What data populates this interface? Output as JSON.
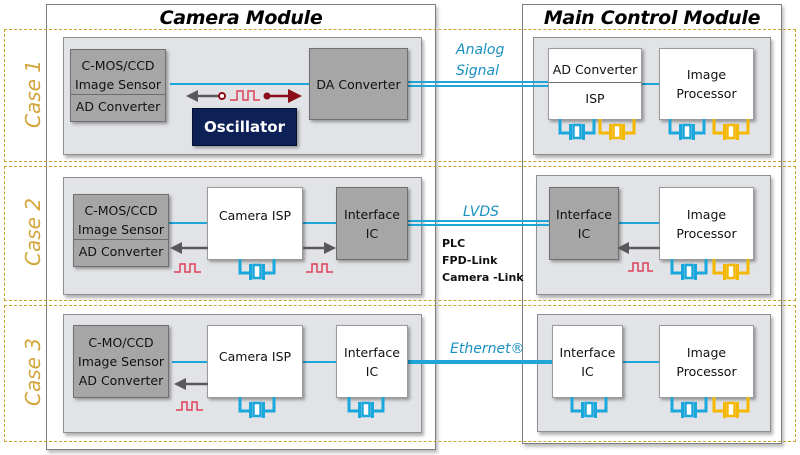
{
  "modules": {
    "camera": {
      "title": "Camera Module"
    },
    "main_control": {
      "title": "Main Control Module"
    }
  },
  "colors": {
    "signal_line": "#1fa6d8",
    "case_border": "#c9a22e",
    "case_label": "#d4a53a",
    "oscillator_bg": "#0d2157",
    "clock_signal": "#e0405a",
    "crystal_blue": "#1aa7dc",
    "crystal_yellow": "#f5b800",
    "arrow_gray": "#595959",
    "arrow_red": "#8b0f1a"
  },
  "cases": [
    {
      "label": "Case 1",
      "camera": {
        "sensor": {
          "line1": "C-MOS/CCD",
          "line2": "Image Sensor",
          "line3": "AD Converter"
        },
        "oscillator": "Oscillator",
        "converter": "DA Converter"
      },
      "link": {
        "label_line1": "Analog",
        "label_line2": "Signal"
      },
      "main": {
        "isp_block": {
          "line1": "AD Converter",
          "line2": "ISP"
        },
        "processor": {
          "line1": "Image",
          "line2": "Processor"
        }
      }
    },
    {
      "label": "Case 2",
      "camera": {
        "sensor": {
          "line1": "C-MOS/CCD",
          "line2": "Image Sensor",
          "line3": "AD Converter"
        },
        "isp": "Camera ISP",
        "interface": {
          "line1": "Interface",
          "line2": "IC"
        }
      },
      "link": {
        "label": "LVDS",
        "protocols": [
          "PLC",
          "FPD-Link",
          "Camera -Link"
        ]
      },
      "main": {
        "interface": {
          "line1": "Interface",
          "line2": "IC"
        },
        "processor": {
          "line1": "Image",
          "line2": "Processor"
        }
      }
    },
    {
      "label": "Case 3",
      "camera": {
        "sensor": {
          "line1": "C-MO/CCD",
          "line2": "Image Sensor",
          "line3": "AD Converter"
        },
        "isp": "Camera ISP",
        "interface": {
          "line1": "Interface",
          "line2": "IC"
        }
      },
      "link": {
        "label": "Ethernet®"
      },
      "main": {
        "interface": {
          "line1": "Interface",
          "line2": "IC"
        },
        "processor": {
          "line1": "Image",
          "line2": "Processor"
        }
      }
    }
  ]
}
